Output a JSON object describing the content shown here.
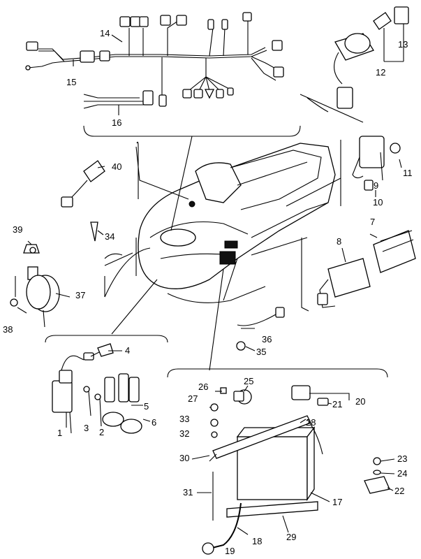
{
  "labels": {
    "n1": "1",
    "n2": "2",
    "n3": "3",
    "n4": "4",
    "n5": "5",
    "n6": "6",
    "n7": "7",
    "n8": "8",
    "n9": "9",
    "n10": "10",
    "n11": "11",
    "n12": "12",
    "n13": "13",
    "n14": "14",
    "n15": "15",
    "n16": "16",
    "n17": "17",
    "n18": "18",
    "n19": "19",
    "n20": "20",
    "n21": "21",
    "n22": "22",
    "n23": "23",
    "n24": "24",
    "n25": "25",
    "n26": "26",
    "n27": "27",
    "n28": "28",
    "n29": "29",
    "n30": "30",
    "n31": "31",
    "n32": "32",
    "n33": "33",
    "n34": "34",
    "n35": "35",
    "n36": "36",
    "n37": "37",
    "n38": "38",
    "n39": "39",
    "n40": "40"
  },
  "colors": {
    "ink": "#000000",
    "paper": "#ffffff"
  }
}
